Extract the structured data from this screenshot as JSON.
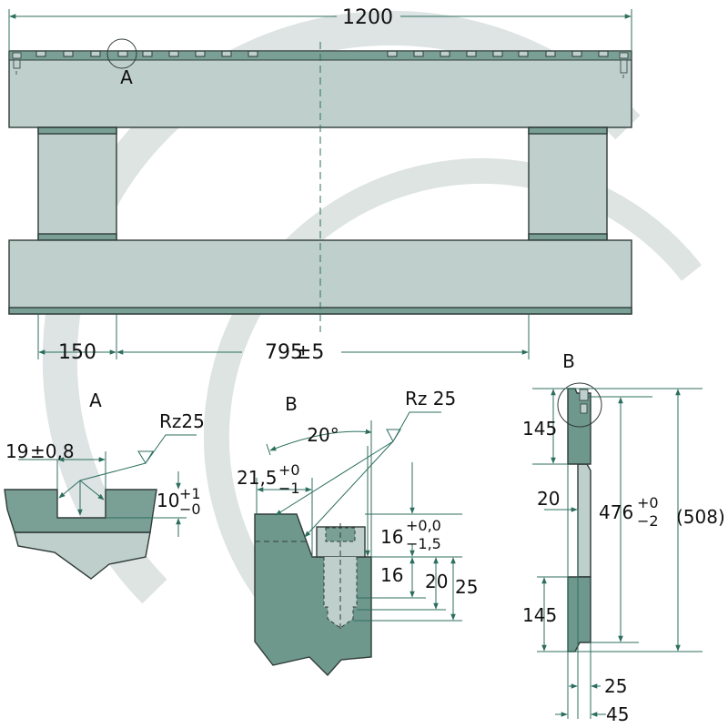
{
  "colors": {
    "light_fill": "#bfd0cc",
    "dark_fill": "#7aa096",
    "mid_fill": "#6f988d",
    "dim_line": "#2c6e5e",
    "outline": "#2f3b38",
    "text": "#111111",
    "watermark": "#a9bbb7"
  },
  "main_view": {
    "overall_width": "1200",
    "detail_marker_a": "A",
    "dim_leg_width": "150",
    "dim_leg_spacing": "795",
    "dim_leg_spacing_tol": "±5"
  },
  "detail_a": {
    "title": "A",
    "roughness": "Rz25",
    "slot_width": "19",
    "slot_width_tol": "±0,8",
    "slot_depth": "10",
    "slot_depth_tol_upper": "+1",
    "slot_depth_tol_lower": "−0"
  },
  "detail_b": {
    "title": "B",
    "roughness": "Rz 25",
    "angle": "20°",
    "chamfer_width": "21,5",
    "chamfer_tol_upper": "+0",
    "chamfer_tol_lower": "−1",
    "head_depth": "16",
    "head_depth_tol_upper": "+0,0",
    "head_depth_tol_lower": "−1,5",
    "thread_depth": "16",
    "bore_depth": "20",
    "drill_depth": "25"
  },
  "side_view": {
    "detail_marker_b": "B",
    "upper_block_height": "145",
    "lower_block_height": "145",
    "web_offset": "20",
    "inner_height": "476",
    "inner_height_tol_upper": "+0",
    "inner_height_tol_lower": "−2",
    "overall_height": "(508)",
    "web_width": "25",
    "block_width": "45"
  }
}
